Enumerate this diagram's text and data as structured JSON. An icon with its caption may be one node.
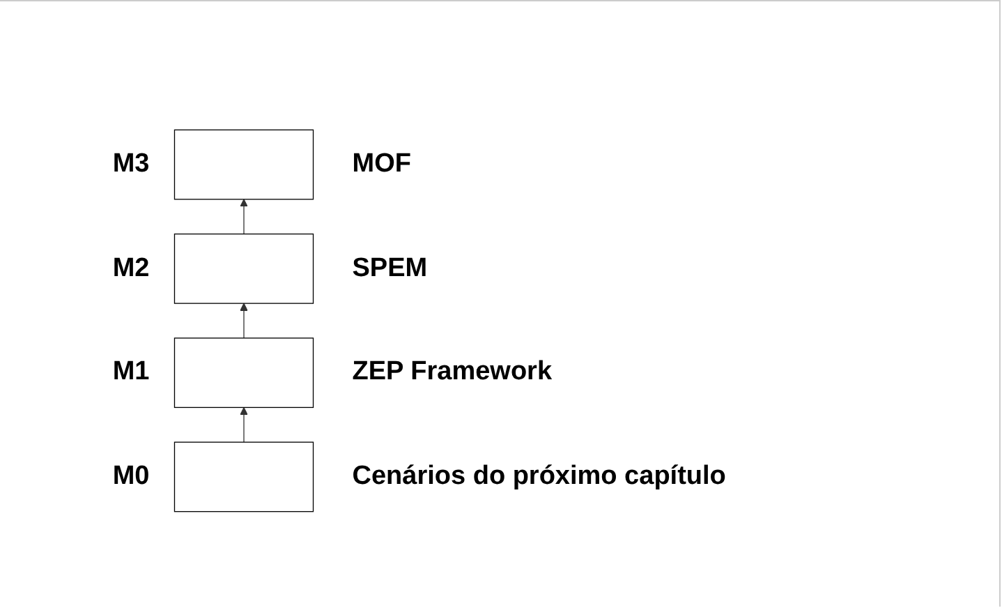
{
  "diagram": {
    "nodes": [
      {
        "text": [],
        "shape": "box",
        "beside": [
          "M3",
          "MOF"
        ]
      },
      {
        "text": [],
        "shape": "box",
        "beside": [
          "M2",
          "SPEM"
        ]
      },
      {
        "text": [],
        "shape": "box",
        "beside": [
          "M1",
          "ZEP Framework"
        ]
      },
      {
        "text": [],
        "shape": "box",
        "beside": [
          "M0",
          "Cenários do próximo capítulo"
        ]
      }
    ],
    "edges": [
      {
        "from": 1,
        "to": 0,
        "arrow": "to"
      },
      {
        "from": 2,
        "to": 1,
        "arrow": "to"
      },
      {
        "from": 3,
        "to": 2,
        "arrow": "to"
      }
    ]
  }
}
